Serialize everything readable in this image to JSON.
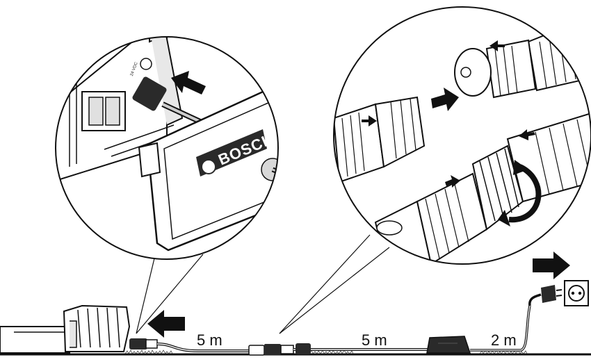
{
  "labels": {
    "segment_1": "5 m",
    "segment_2": "5 m",
    "segment_3": "2 m"
  },
  "brand": "BOSCH",
  "device_marking": "24 VDC",
  "icons": {
    "arrow_plug_in_station": "arrow-right-filled",
    "arrow_plug_in_connector": "arrow-right-filled",
    "arrow_mains": "arrow-right-filled",
    "arrow_station_cable": "arrow-left-filled",
    "rotate_lock": "rotate-arrow"
  },
  "colors": {
    "line": "#111111",
    "fill": "#ffffff",
    "shade": "#d8d8d8",
    "dark": "#2a2a2a"
  }
}
